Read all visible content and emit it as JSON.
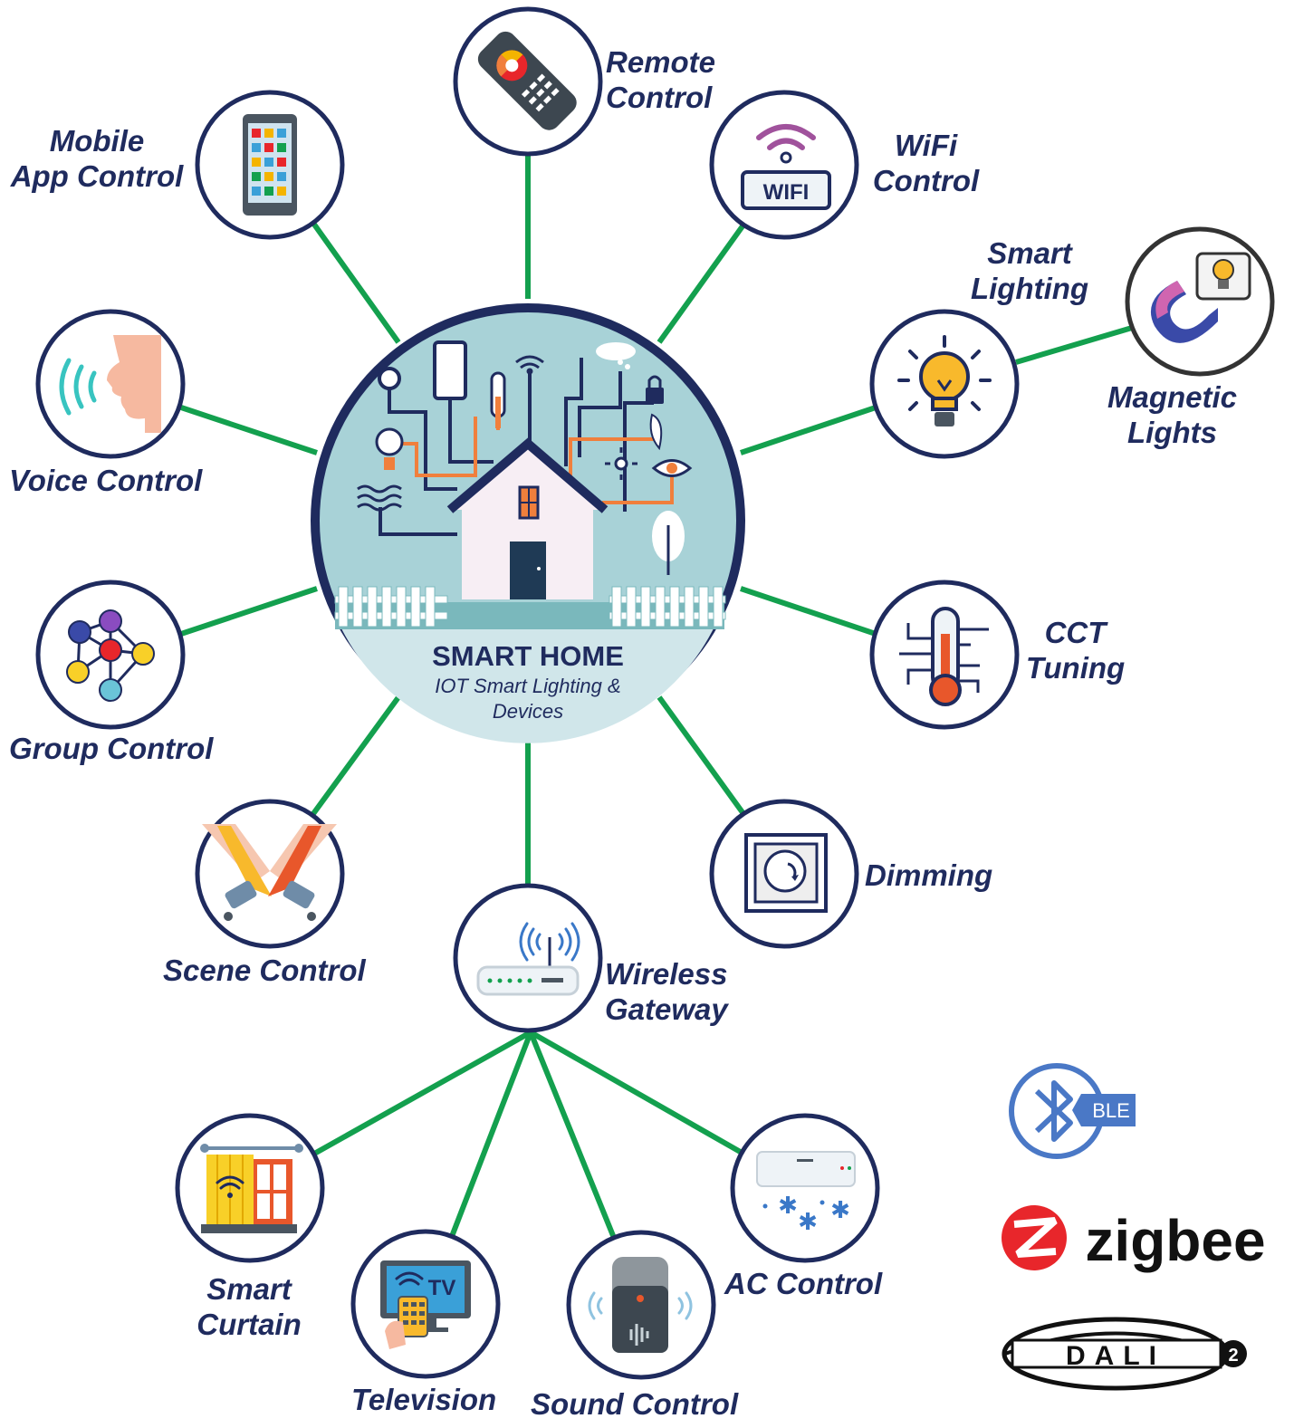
{
  "hub": {
    "title": "SMART HOME",
    "subtitle_line1": "IOT Smart Lighting &",
    "subtitle_line2": "Devices"
  },
  "features": {
    "remote": [
      "Remote",
      "Control"
    ],
    "wifi": [
      "WiFi",
      "Control"
    ],
    "mobile": [
      "Mobile",
      "App Control"
    ],
    "smart_lighting": [
      "Smart",
      "Lighting"
    ],
    "magnetic": [
      "Magnetic",
      "Lights"
    ],
    "voice": [
      "Voice Control"
    ],
    "group": [
      "Group Control"
    ],
    "cct": [
      "CCT",
      "Tuning"
    ],
    "scene": [
      "Scene Control"
    ],
    "dimming": [
      "Dimming"
    ],
    "gateway": [
      "Wireless",
      "Gateway"
    ]
  },
  "devices": {
    "curtain": [
      "Smart",
      "Curtain"
    ],
    "television": [
      "Television"
    ],
    "sound": [
      "Sound Control"
    ],
    "ac": [
      "AC Control"
    ]
  },
  "icon_text": {
    "wifi_box": "WIFI",
    "tv": "TV"
  },
  "protocols": {
    "ble": "BLE",
    "zigbee": "zigbee",
    "dali": "DALI",
    "dali_version": "2"
  },
  "colors": {
    "connector": "#13a04e",
    "circle_border": "#1f2b5e",
    "label_text": "#1f2b5e",
    "hub_fill": "#a8d2d7",
    "accent_orange": "#f07f3c",
    "bluetooth_blue": "#4a78c6",
    "zigbee_red": "#e8262b"
  }
}
